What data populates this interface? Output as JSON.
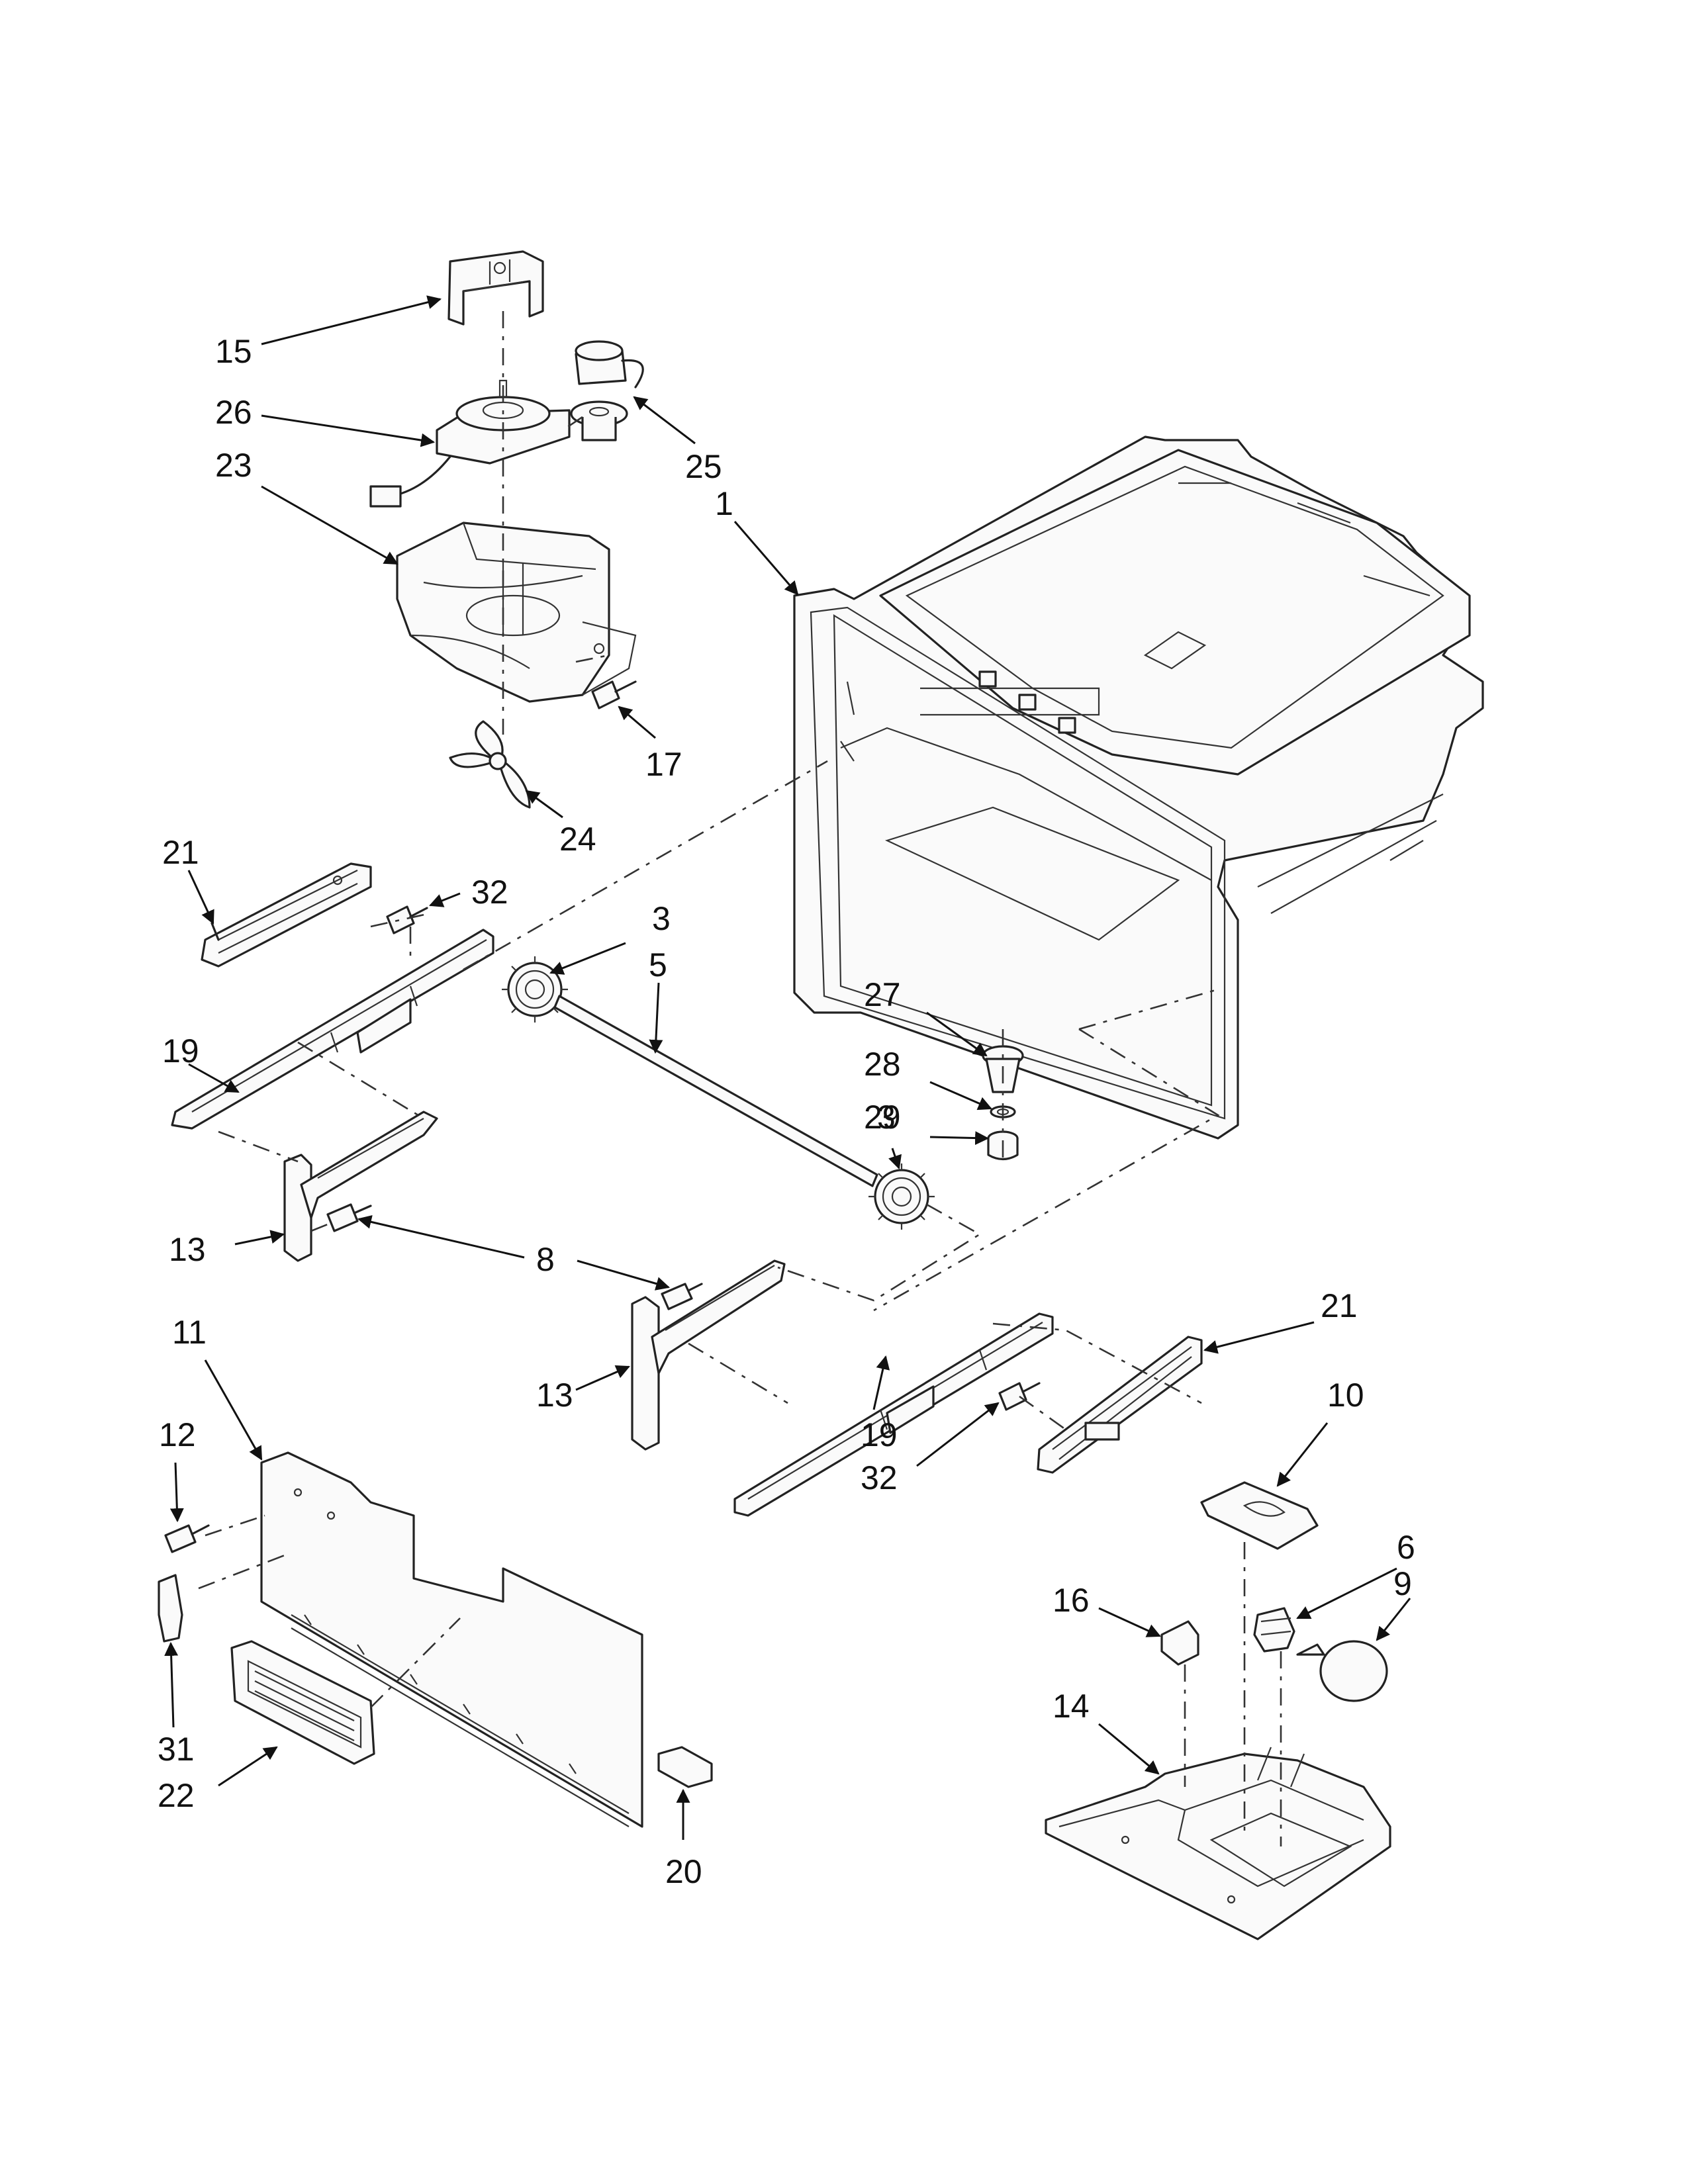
{
  "diagram": {
    "callouts": [
      {
        "id": "15",
        "text": "15"
      },
      {
        "id": "26",
        "text": "26"
      },
      {
        "id": "23",
        "text": "23"
      },
      {
        "id": "25",
        "text": "25"
      },
      {
        "id": "1",
        "text": "1"
      },
      {
        "id": "17",
        "text": "17"
      },
      {
        "id": "24",
        "text": "24"
      },
      {
        "id": "21a",
        "text": "21"
      },
      {
        "id": "32a",
        "text": "32"
      },
      {
        "id": "3a",
        "text": "3"
      },
      {
        "id": "5",
        "text": "5"
      },
      {
        "id": "19a",
        "text": "19"
      },
      {
        "id": "27",
        "text": "27"
      },
      {
        "id": "28",
        "text": "28"
      },
      {
        "id": "29",
        "text": "29"
      },
      {
        "id": "3b",
        "text": "3"
      },
      {
        "id": "13a",
        "text": "13"
      },
      {
        "id": "8",
        "text": "8"
      },
      {
        "id": "11",
        "text": "11"
      },
      {
        "id": "21b",
        "text": "21"
      },
      {
        "id": "13b",
        "text": "13"
      },
      {
        "id": "10",
        "text": "10"
      },
      {
        "id": "12",
        "text": "12"
      },
      {
        "id": "19b",
        "text": "19"
      },
      {
        "id": "32b",
        "text": "32"
      },
      {
        "id": "6",
        "text": "6"
      },
      {
        "id": "9",
        "text": "9"
      },
      {
        "id": "16",
        "text": "16"
      },
      {
        "id": "14",
        "text": "14"
      },
      {
        "id": "31",
        "text": "31"
      },
      {
        "id": "22",
        "text": "22"
      },
      {
        "id": "20",
        "text": "20"
      }
    ]
  }
}
